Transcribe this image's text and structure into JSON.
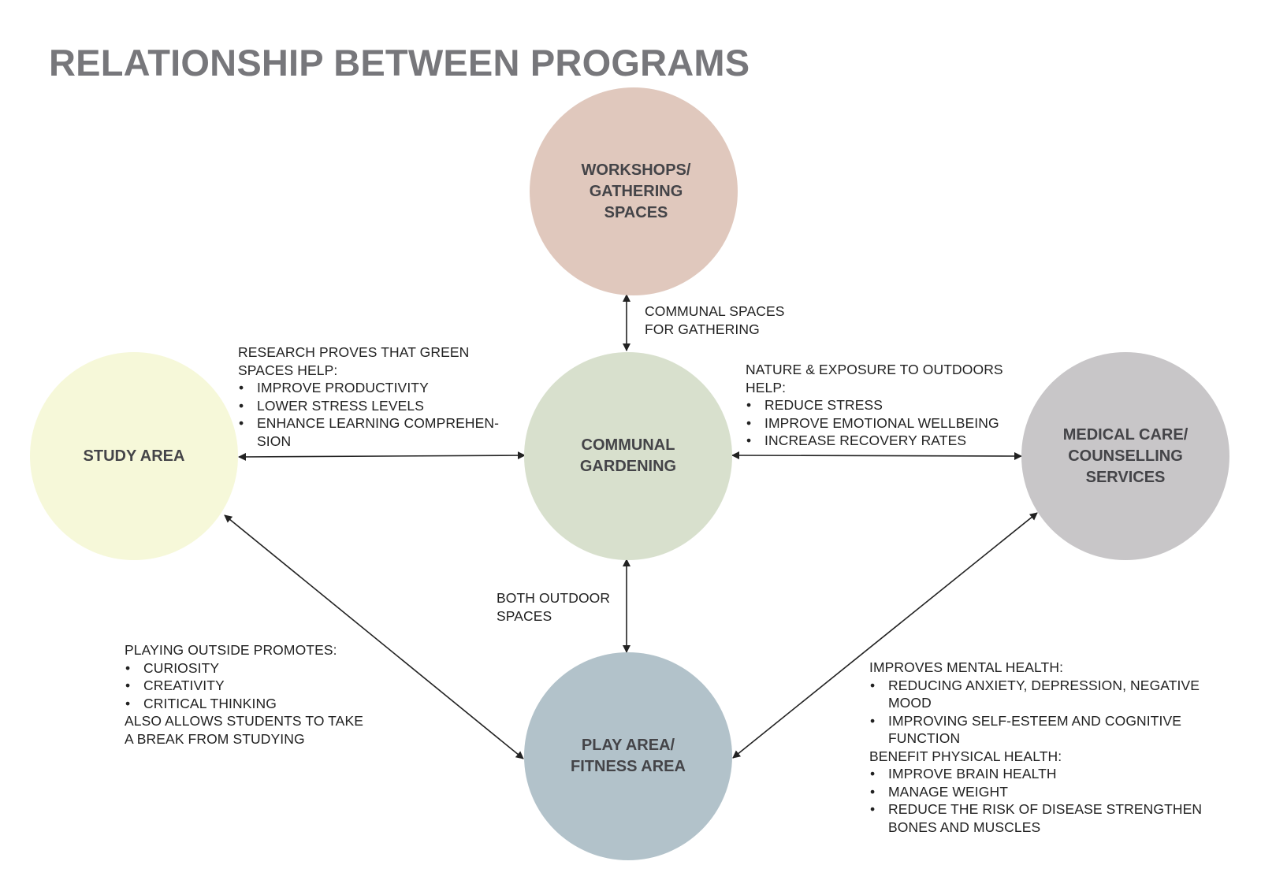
{
  "title": "RELATIONSHIP BETWEEN PROGRAMS",
  "colors": {
    "title": "#77777b",
    "workshops": "#e0c8bd",
    "study": "#f6f8d9",
    "communal": "#d8e0cd",
    "medical": "#c8c6c8",
    "play": "#b2c2ca",
    "arrow": "#222222"
  },
  "nodes": {
    "workshops": "WORKSHOPS/\nGATHERING\nSPACES",
    "study": "STUDY AREA",
    "communal": "COMMUNAL\nGARDENING",
    "medical": "MEDICAL CARE/\nCOUNSELLING\nSERVICES",
    "play": "PLAY AREA/\nFITNESS AREA"
  },
  "notes": {
    "gathering": {
      "lines": [
        "COMMUNAL SPACES",
        "FOR GATHERING"
      ]
    },
    "study_communal": {
      "intro": [
        "RESEARCH PROVES THAT GREEN",
        "SPACES HELP:"
      ],
      "bullets": [
        "IMPROVE PRODUCTIVITY",
        "LOWER STRESS LEVELS",
        "ENHANCE LEARNING COMPREHEN-\nSION"
      ]
    },
    "communal_medical": {
      "intro": [
        "NATURE & EXPOSURE TO OUTDOORS",
        "HELP:"
      ],
      "bullets": [
        "REDUCE STRESS",
        "IMPROVE EMOTIONAL WELLBEING",
        "INCREASE RECOVERY RATES"
      ]
    },
    "outdoor": {
      "lines": [
        "BOTH OUTDOOR",
        "SPACES"
      ]
    },
    "study_play": {
      "intro": [
        "PLAYING OUTSIDE PROMOTES:"
      ],
      "bullets": [
        "CURIOSITY",
        "CREATIVITY",
        "CRITICAL THINKING"
      ],
      "outro": [
        "ALSO ALLOWS STUDENTS TO TAKE",
        "A BREAK FROM STUDYING"
      ]
    },
    "play_medical": {
      "heading1": "IMPROVES MENTAL HEALTH:",
      "bullets1": [
        "REDUCING ANXIETY, DEPRESSION, NEGATIVE\nMOOD",
        "IMPROVING SELF-ESTEEM AND COGNITIVE\nFUNCTION"
      ],
      "heading2": "BENEFIT PHYSICAL HEALTH:",
      "bullets2": [
        "IMPROVE BRAIN HEALTH",
        "MANAGE WEIGHT",
        "REDUCE THE RISK OF DISEASE STRENGTHEN\nBONES AND MUSCLES"
      ]
    }
  }
}
